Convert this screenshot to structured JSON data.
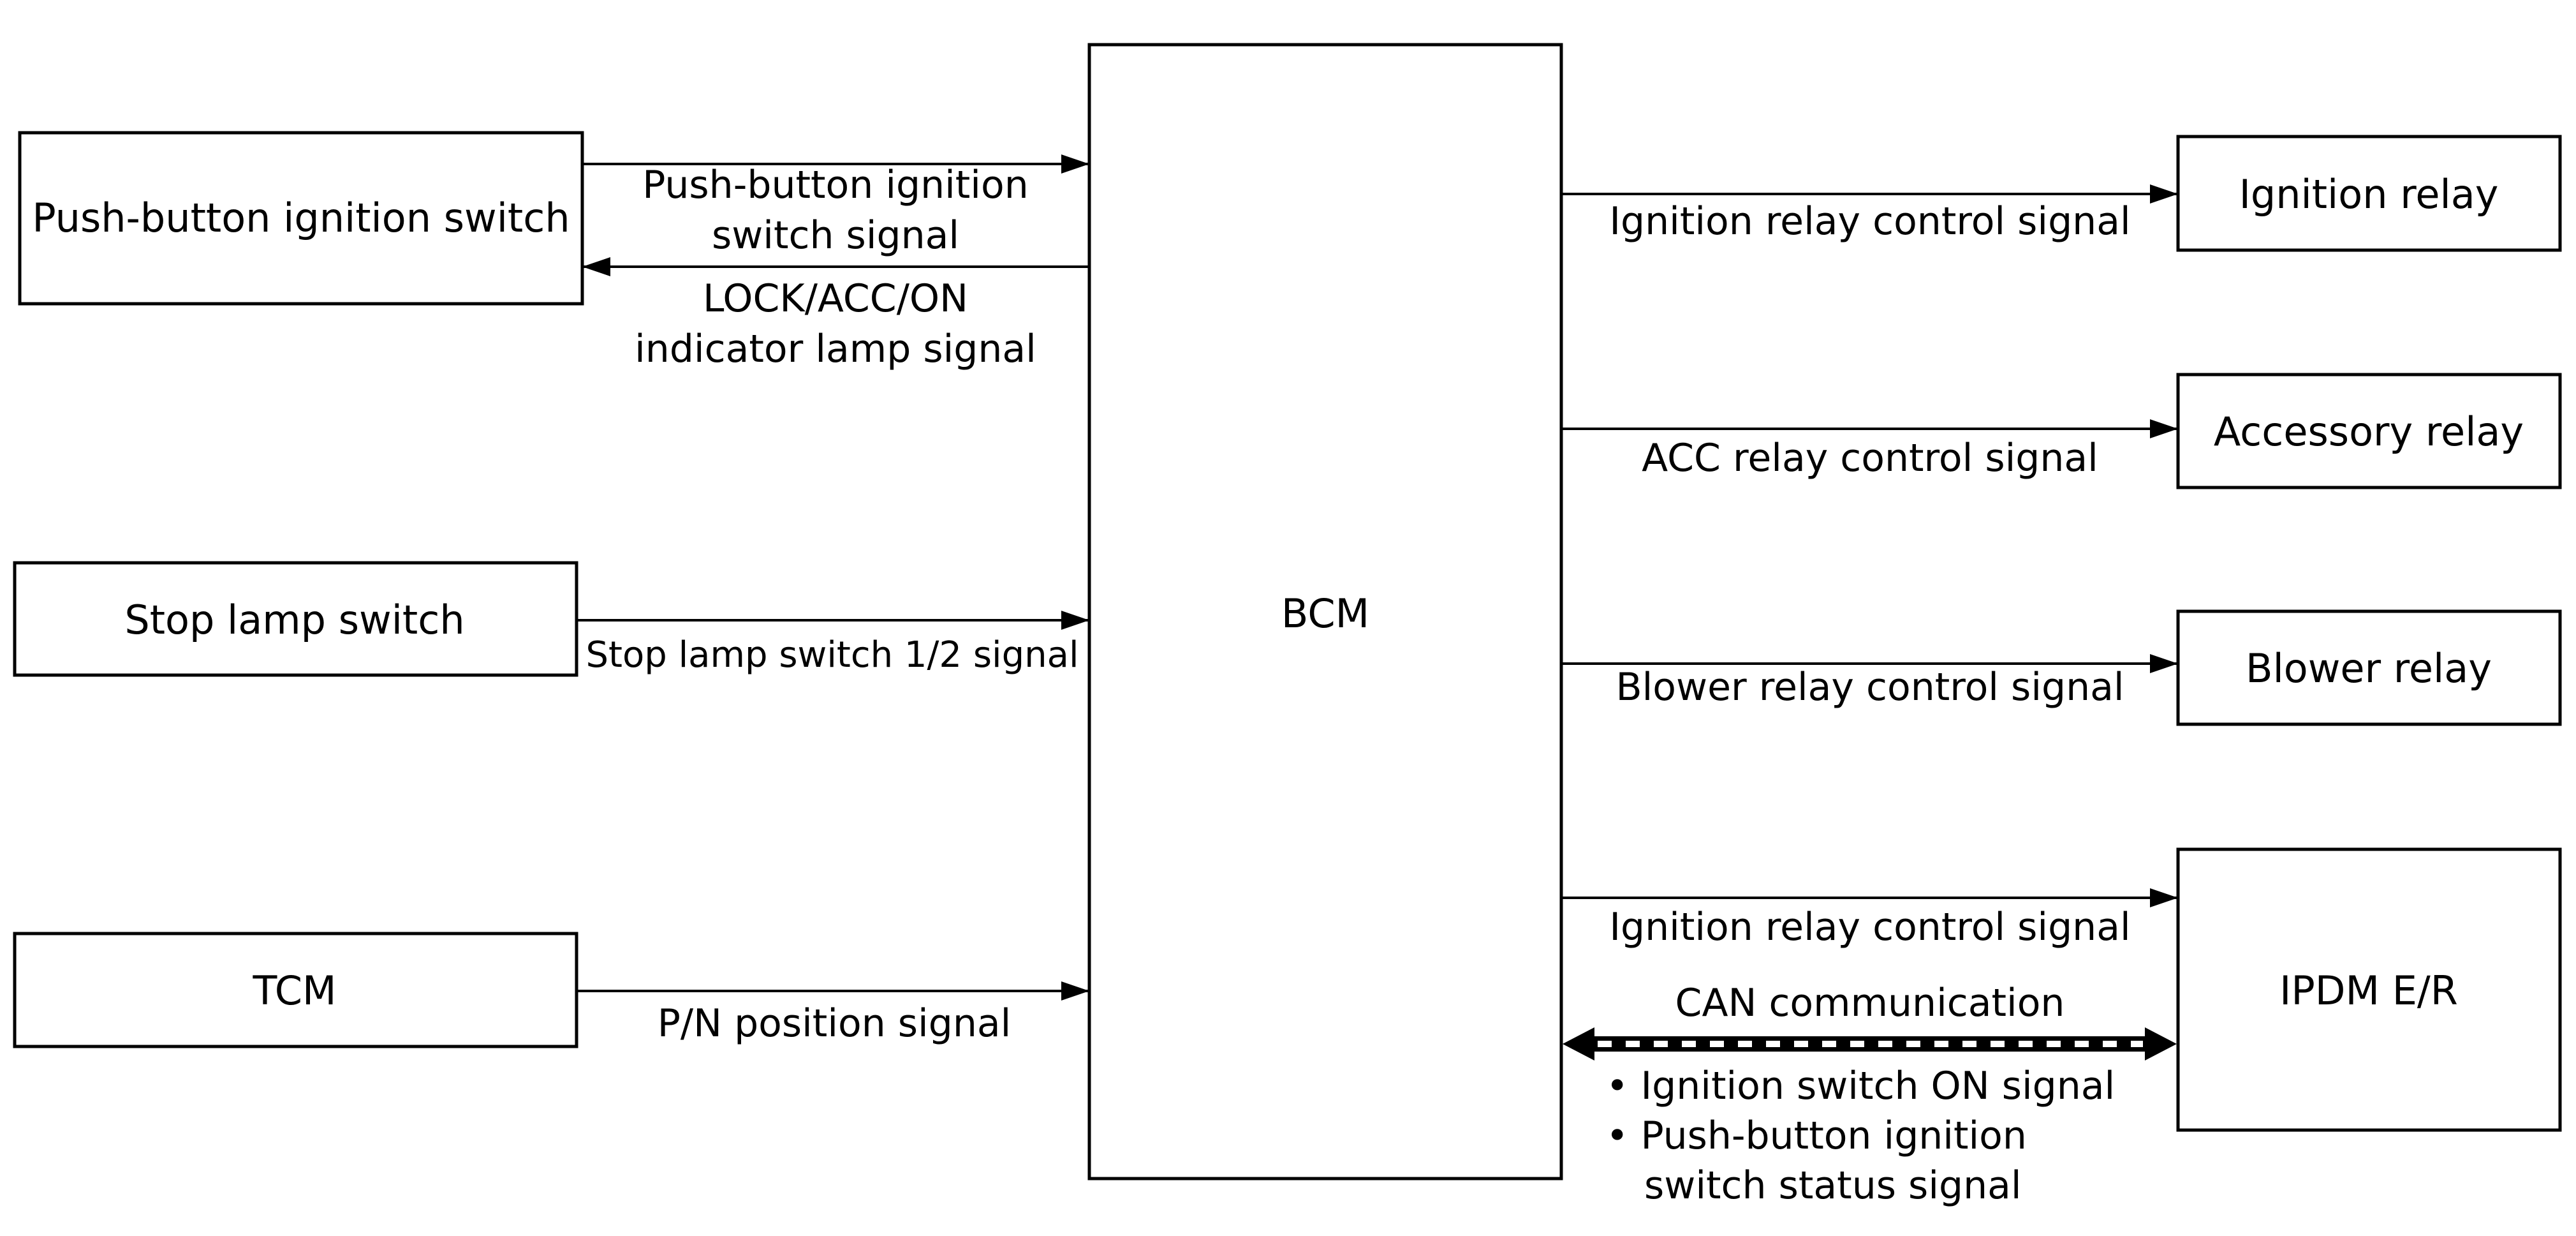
{
  "blocks": {
    "push_button_ignition_switch": "Push-button ignition switch",
    "stop_lamp_switch": "Stop lamp switch",
    "tcm": "TCM",
    "bcm": "BCM",
    "ignition_relay": "Ignition relay",
    "accessory_relay": "Accessory relay",
    "blower_relay": "Blower relay",
    "ipdm_er": "IPDM E/R"
  },
  "signals": {
    "push_button_signal": [
      "Push-button ignition",
      "switch signal"
    ],
    "indicator_lamp_signal": [
      "LOCK/ACC/ON",
      "indicator lamp signal"
    ],
    "stop_lamp_signal": "Stop lamp switch 1/2 signal",
    "pn_position_signal": "P/N position signal",
    "ignition_relay_control_1": "Ignition relay control signal",
    "acc_relay_control": "ACC relay control signal",
    "blower_relay_control": "Blower relay control signal",
    "ignition_relay_control_2": "Ignition relay control signal",
    "can_communication": "CAN communication",
    "can_items": [
      "• Ignition switch ON signal",
      "• Push-button ignition",
      "switch status signal"
    ]
  },
  "colors": {
    "line": "#000000",
    "background": "#ffffff",
    "can_dash": "#ffffff"
  }
}
